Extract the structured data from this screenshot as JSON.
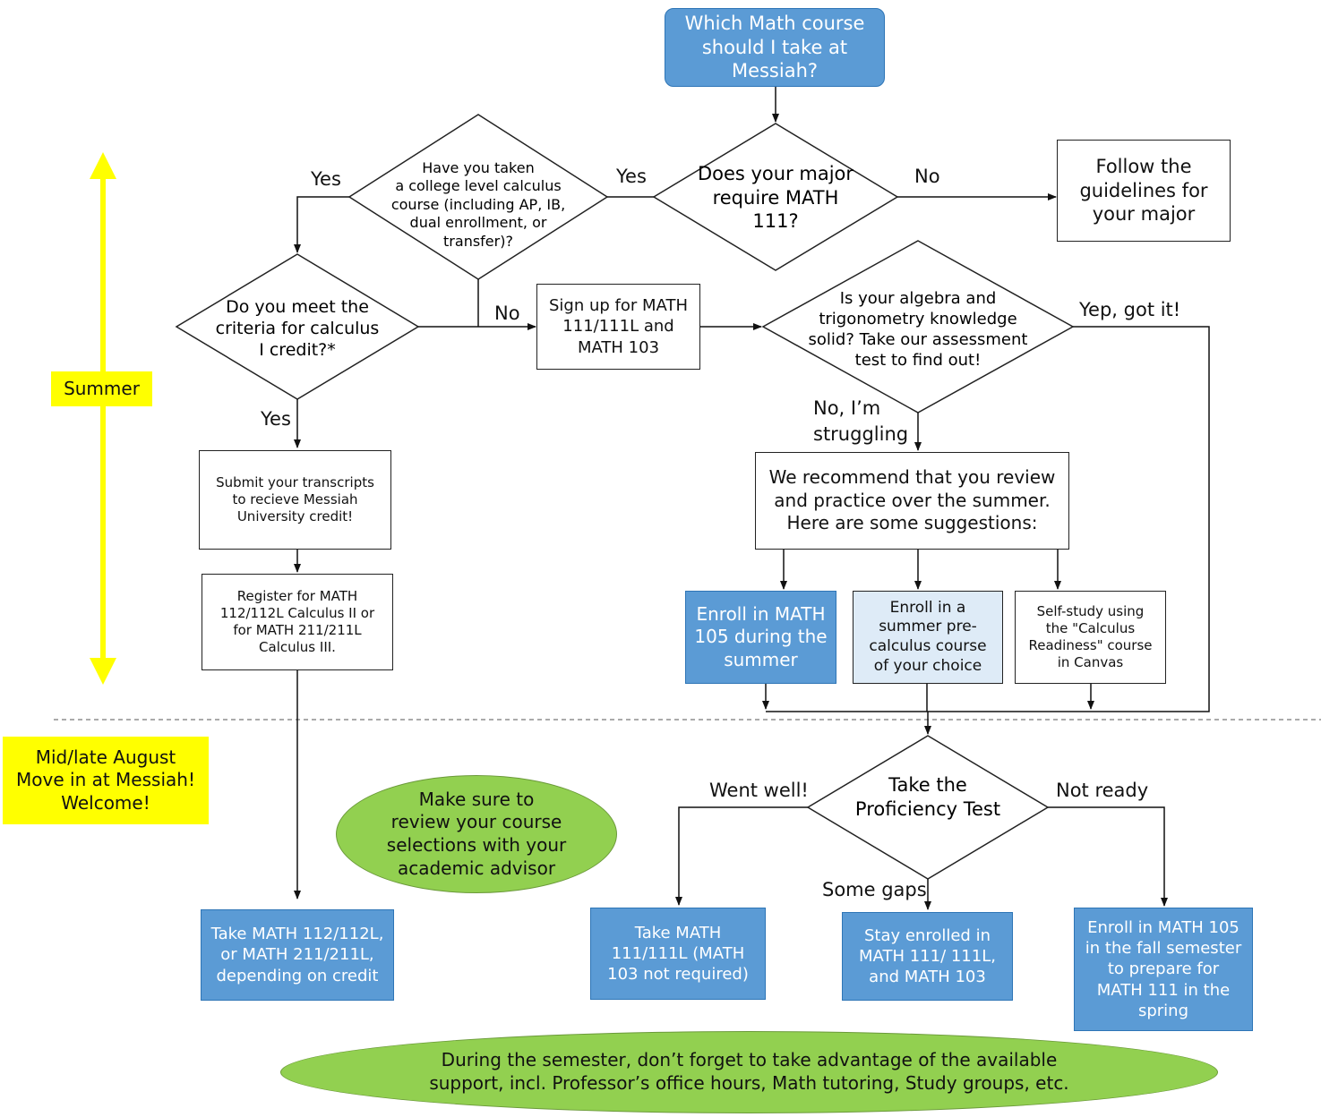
{
  "colors": {
    "blue_fill": "#5b9bd5",
    "light_blue_fill": "#deebf7",
    "green_fill": "#92d050",
    "yellow_fill": "#ffff00",
    "line": "#111111"
  },
  "start": {
    "text": "Which Math course\nshould I take at\nMessiah?"
  },
  "decisions": {
    "major": "Does your major\nrequire MATH\n111?",
    "college_calc": "Have you taken\na college level calculus\ncourse (including AP, IB,\ndual enrollment, or\ntransfer)?",
    "criteria": "Do you meet the\ncriteria for calculus\nI credit?*",
    "algebra": "Is your algebra and\ntrigonometry knowledge\nsolid? Take our assessment\ntest to find out!",
    "proficiency": "Take the\nProficiency Test"
  },
  "boxes": {
    "follow_guidelines": "Follow the\nguidelines for\nyour major",
    "sign_up": "Sign up for MATH\n111/111L and\nMATH 103",
    "submit_transcripts": "Submit your transcripts\nto recieve Messiah\nUniversity credit!",
    "register": "Register for MATH\n112/112L Calculus II or\nfor MATH 211/211L\nCalculus III.",
    "recommend": "We recommend that you review\nand practice over the summer.\nHere are some suggestions:",
    "enroll_105_summer": "Enroll in MATH\n105 during the\nsummer",
    "enroll_precalc": "Enroll in a\nsummer pre-\ncalculus course\nof your choice",
    "self_study": "Self-study using\nthe \"Calculus\nReadiness\" course\nin Canvas",
    "take_112": "Take MATH 112/112L,\nor MATH 211/211L,\ndepending on credit",
    "take_111": "Take MATH\n111/111L (MATH\n103 not required)",
    "stay_enrolled": "Stay enrolled in\nMATH 111/ 111L,\nand MATH 103",
    "enroll_105_fall": "Enroll in MATH 105\nin the fall semester\nto prepare for\nMATH 111 in the\nspring"
  },
  "edge_labels": {
    "major_no": "No",
    "major_yes": "Yes",
    "calc_yes": "Yes",
    "calc_no": "No",
    "criteria_yes": "Yes",
    "algebra_yes": "Yep, got it!",
    "algebra_no": "No, I’m\nstruggling",
    "prof_well": "Went well!",
    "prof_not_ready": "Not ready",
    "prof_gaps": "Some gaps"
  },
  "timeline": {
    "summer": "Summer",
    "august": "Mid/late August\nMove in at Messiah!\nWelcome!"
  },
  "notes": {
    "advisor": "Make sure to\nreview your course\nselections with your\nacademic advisor",
    "semester": "During the semester, don’t forget to take advantage of the available\nsupport, incl. Professor’s office hours, Math tutoring, Study groups, etc."
  }
}
